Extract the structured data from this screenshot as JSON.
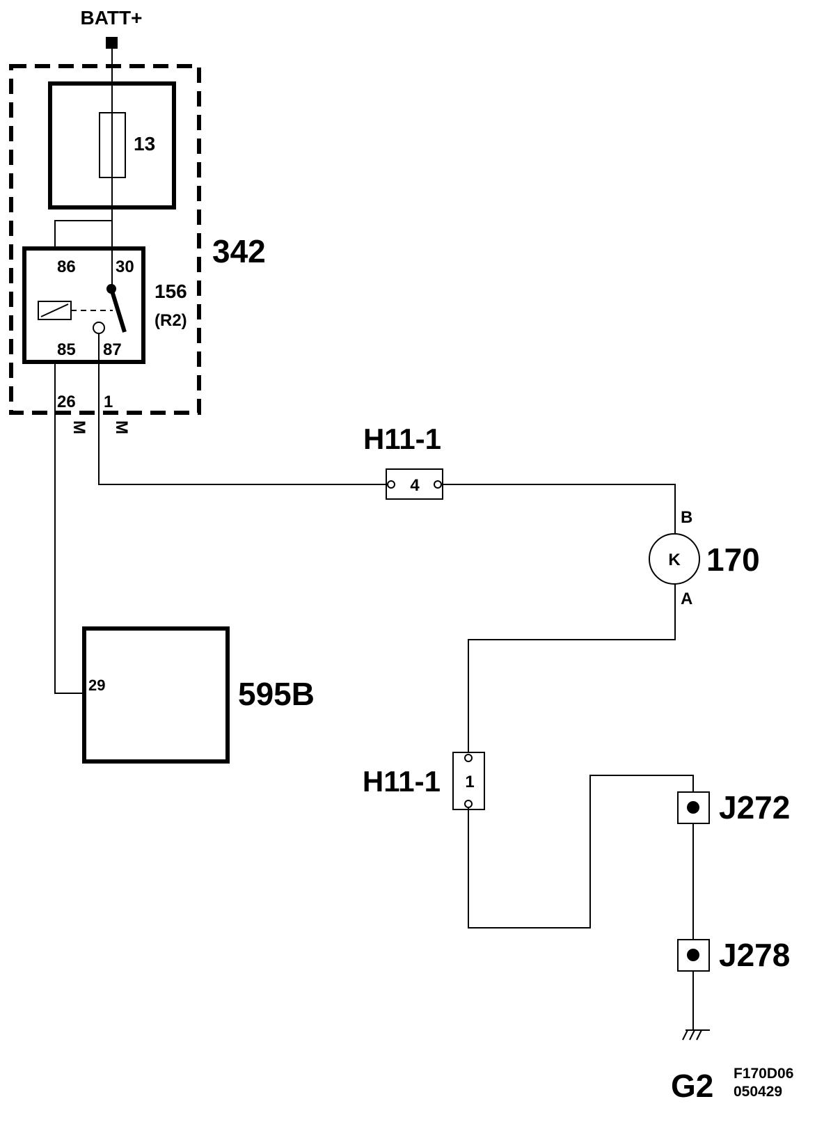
{
  "supply": {
    "label": "BATT+"
  },
  "module": {
    "label": "342",
    "pin_left": "26",
    "pin_right": "1"
  },
  "fuse": {
    "label": "13"
  },
  "relay": {
    "label": "156",
    "sublabel": "(R2)",
    "pin_86": "86",
    "pin_30": "30",
    "pin_85": "85",
    "pin_87": "87"
  },
  "wire_colors": {
    "left": "M",
    "right": "M"
  },
  "connector_upper": {
    "label": "H11-1",
    "pin": "4"
  },
  "horn": {
    "label": "170",
    "symbol": "K",
    "pin_b": "B",
    "pin_a": "A"
  },
  "control_unit": {
    "label": "595B",
    "pin": "29"
  },
  "connector_lower": {
    "label": "H11-1",
    "pin": "1"
  },
  "junctions": [
    {
      "label": "J272"
    },
    {
      "label": "J278"
    }
  ],
  "ground": {
    "label": "G2"
  },
  "figure_ref": {
    "code": "F170D06",
    "date": "050429"
  }
}
